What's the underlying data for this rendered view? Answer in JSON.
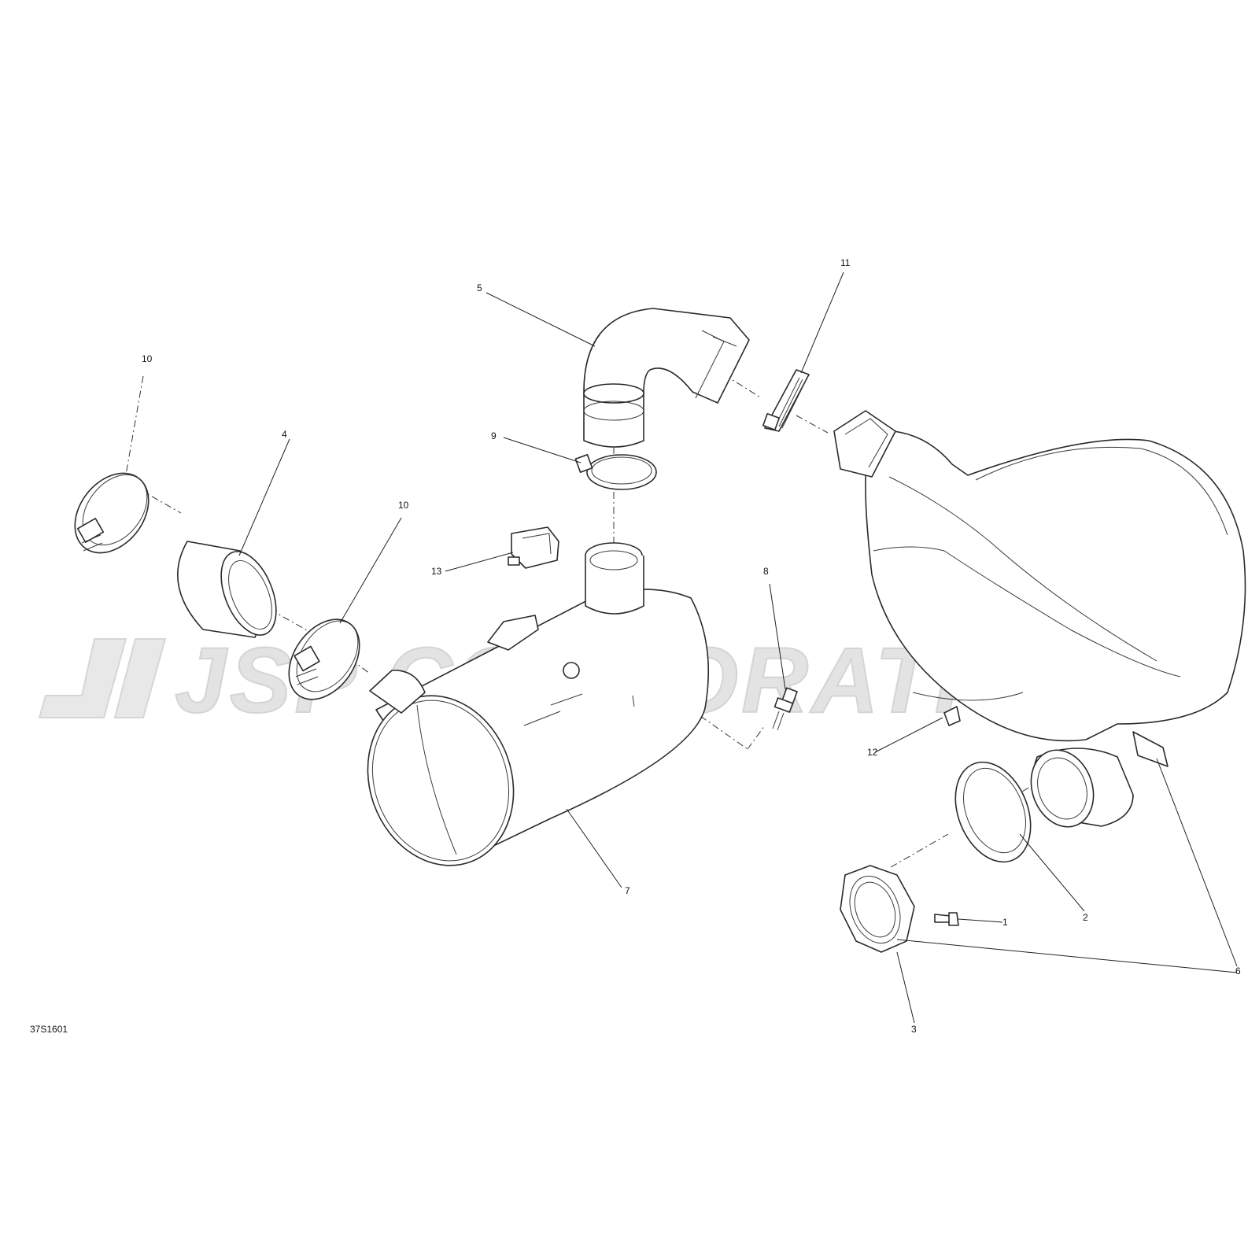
{
  "watermark": {
    "text": "JSP CORPORATION",
    "color": "#e3e3e3"
  },
  "reference_code": "37S1601",
  "callouts": [
    {
      "id": "c1",
      "label": "1"
    },
    {
      "id": "c2",
      "label": "2"
    },
    {
      "id": "c3",
      "label": "3"
    },
    {
      "id": "c4",
      "label": "4"
    },
    {
      "id": "c5",
      "label": "5"
    },
    {
      "id": "c6",
      "label": "6"
    },
    {
      "id": "c7",
      "label": "7"
    },
    {
      "id": "c8",
      "label": "8"
    },
    {
      "id": "c9",
      "label": "9"
    },
    {
      "id": "c10a",
      "label": "10"
    },
    {
      "id": "c10b",
      "label": "10"
    },
    {
      "id": "c11",
      "label": "11"
    },
    {
      "id": "c12",
      "label": "12"
    },
    {
      "id": "c13",
      "label": "13"
    }
  ]
}
